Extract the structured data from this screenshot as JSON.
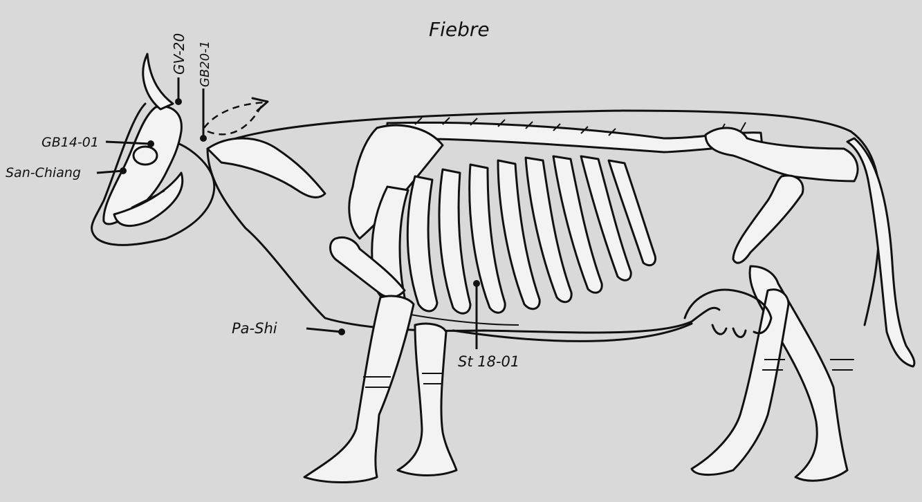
{
  "title": "Fiebre",
  "labels": {
    "gv20": "GV-20",
    "gb20": "GB20-1",
    "gb14": "GB14-01",
    "san_chiang": "San-Chiang",
    "pa_shi": "Pa-Shi",
    "st18": "St 18-01"
  },
  "colors": {
    "background": "#d9d9d9",
    "ink": "#111111",
    "bone_fill": "#f3f3f3"
  }
}
